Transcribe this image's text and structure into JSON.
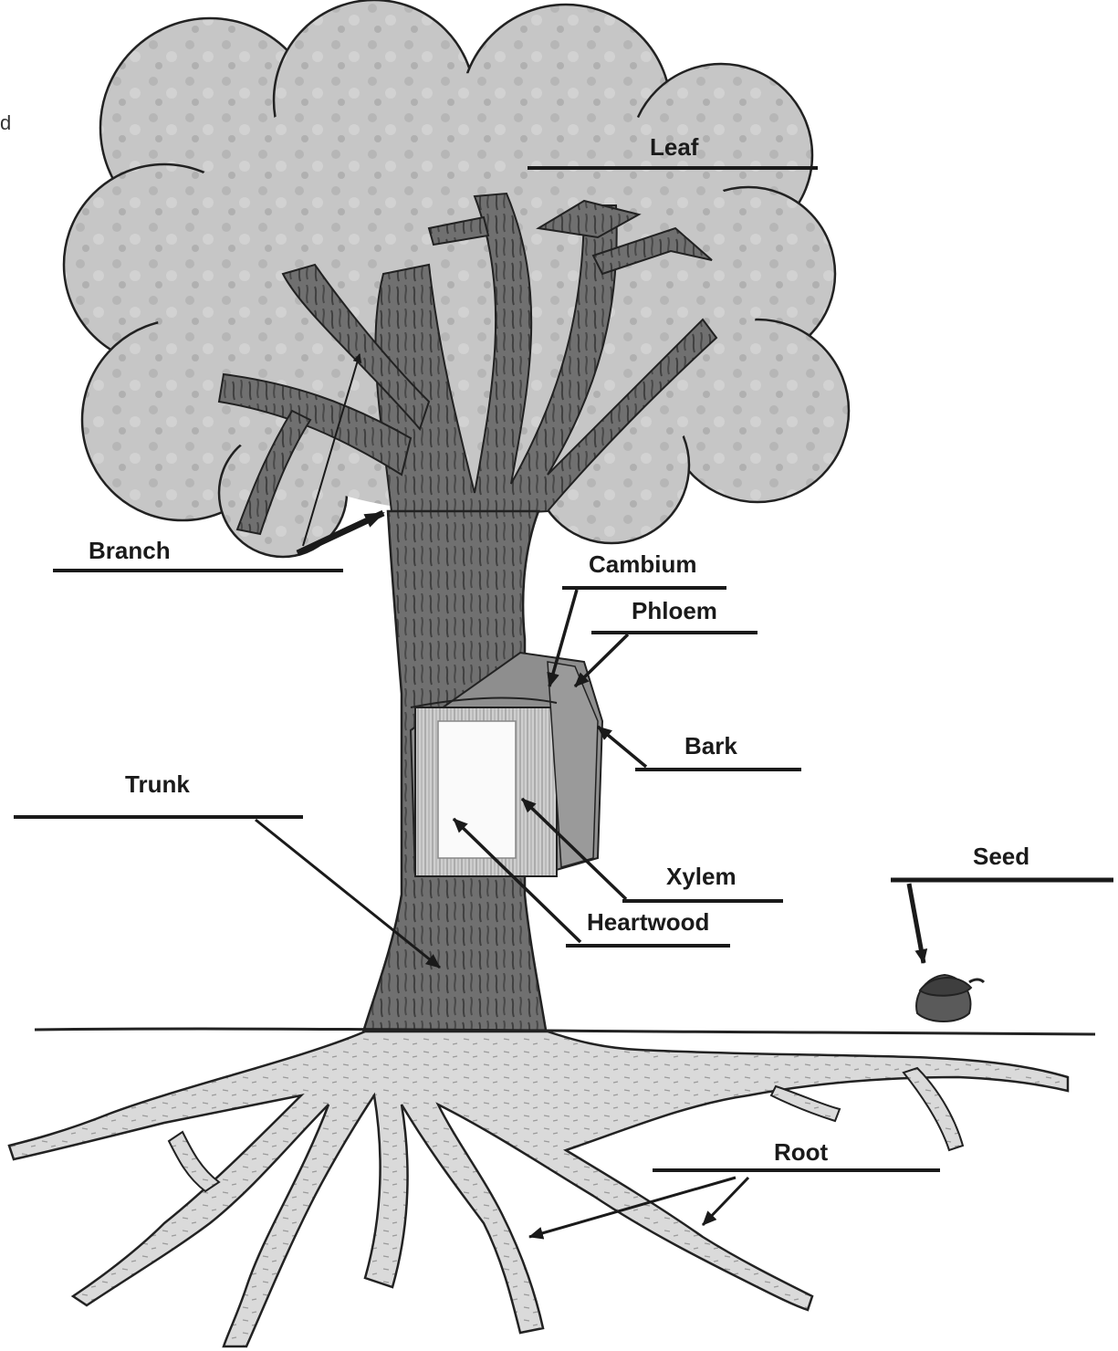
{
  "margin_fragment": "d",
  "labels": {
    "leaf": "Leaf",
    "branch": "Branch",
    "cambium": "Cambium",
    "phloem": "Phloem",
    "bark": "Bark",
    "trunk": "Trunk",
    "xylem": "Xylem",
    "heartwood": "Heartwood",
    "seed": "Seed",
    "root": "Root"
  },
  "colors": {
    "canopy": "#c4c4c4",
    "wood": "#6e6e6e",
    "roots": "#d8d8d8",
    "heartwood": "#fafafa",
    "line": "#1a1a1a",
    "acorn": "#555555"
  }
}
